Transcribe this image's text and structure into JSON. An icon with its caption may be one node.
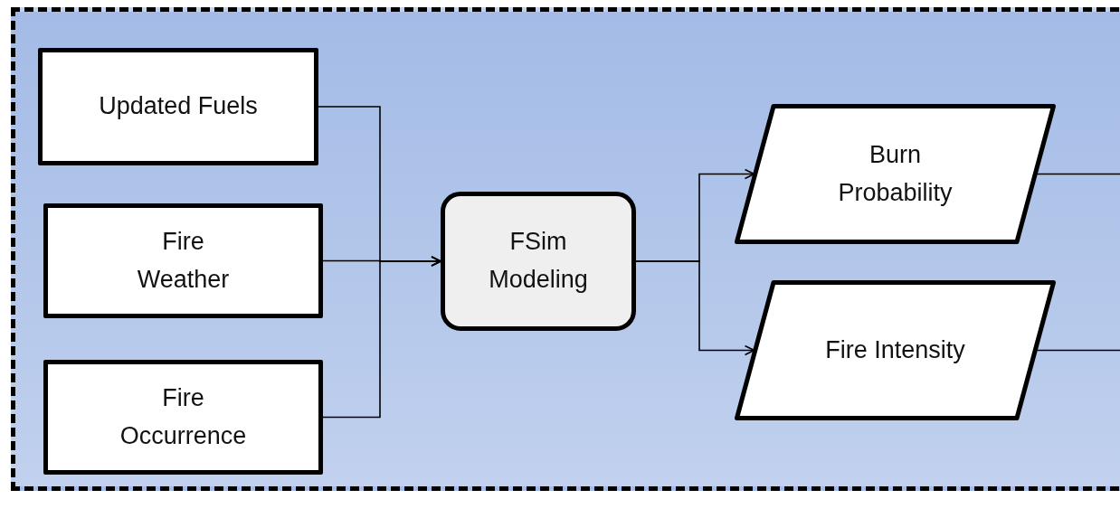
{
  "diagram": {
    "nodes": [
      {
        "text": [
          "Updated Fuels"
        ]
      },
      {
        "text": [
          "Fire Weather"
        ]
      },
      {
        "text": [
          "Fire Occurrence"
        ]
      },
      {
        "text": [
          "FSim Modeling"
        ]
      },
      {
        "text": [
          "Burn Probability"
        ]
      },
      {
        "text": [
          "Fire Intensity"
        ]
      }
    ],
    "edges": [
      {
        "from": 0,
        "to": 3,
        "arrow": "to"
      },
      {
        "from": 1,
        "to": 3,
        "arrow": "to"
      },
      {
        "from": 2,
        "to": 3,
        "arrow": "to"
      },
      {
        "from": 3,
        "to": 4,
        "arrow": "to"
      },
      {
        "from": 3,
        "to": 5,
        "arrow": "to"
      },
      {
        "from": 4,
        "to": null,
        "arrow": "none"
      },
      {
        "from": 5,
        "to": null,
        "arrow": "none"
      }
    ]
  }
}
